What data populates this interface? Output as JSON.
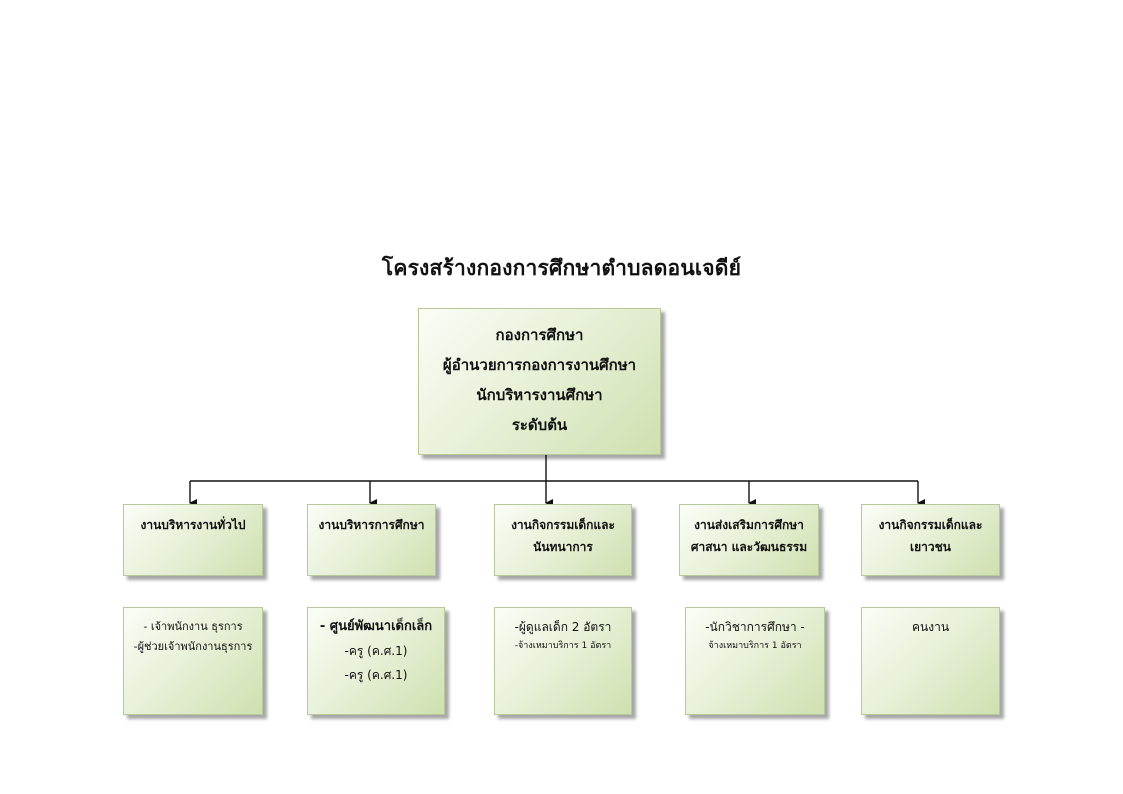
{
  "title": "โครงสร้างกองการศึกษาตำบลดอนเจดีย์",
  "head": {
    "lines": [
      "กองการศึกษา",
      "ผู้อำนวยการกองการงานศึกษา",
      "นักบริหารงานศึกษา",
      "ระดับต้น"
    ]
  },
  "departments": [
    {
      "lines": [
        "งานบริหารงานทั่วไป"
      ],
      "sub": [
        "- เจ้าพนักงาน   ธุรการ",
        "-ผู้ช่วยเจ้าพนักงานธุรการ"
      ]
    },
    {
      "lines": [
        "งานบริหารการศึกษา"
      ],
      "sub": [
        "- ศูนย์พัฒนาเด็กเล็ก",
        "-ครู (ค.ศ.1)",
        "-ครู (ค.ศ.1)"
      ]
    },
    {
      "lines": [
        "งานกิจกรรมเด็กและ",
        "นันทนาการ"
      ],
      "sub": [
        "-ผู้ดูแลเด็ก 2 อัตรา",
        "-จ้างเหมาบริการ 1 อัตรา"
      ]
    },
    {
      "lines": [
        "งานส่งเสริมการศึกษา",
        "ศาสนา และวัฒนธรรม"
      ],
      "sub": [
        "-นักวิชาการศึกษา    -",
        "จ้างเหมาบริการ 1 อัตรา"
      ]
    },
    {
      "lines": [
        "งานกิจกรรมเด็กและ",
        "เยาวชน"
      ],
      "sub": [
        "คนงาน"
      ]
    }
  ]
}
